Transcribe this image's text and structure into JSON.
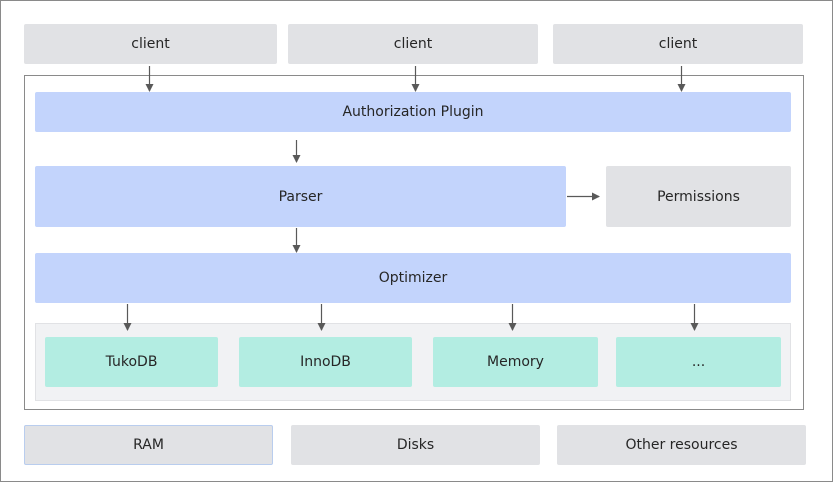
{
  "clients": [
    "client",
    "client",
    "client"
  ],
  "authorization_plugin": "Authorization Plugin",
  "parser": "Parser",
  "permissions": "Permissions",
  "optimizer": "Optimizer",
  "engines": [
    "TukoDB",
    "InnoDB",
    "Memory",
    "..."
  ],
  "resources": [
    "RAM",
    "Disks",
    "Other resources"
  ],
  "colors": {
    "gray_box": "#e1e2e5",
    "blue_box": "#c3d4fc",
    "teal_box": "#b3ede2",
    "arrow": "#595959"
  }
}
